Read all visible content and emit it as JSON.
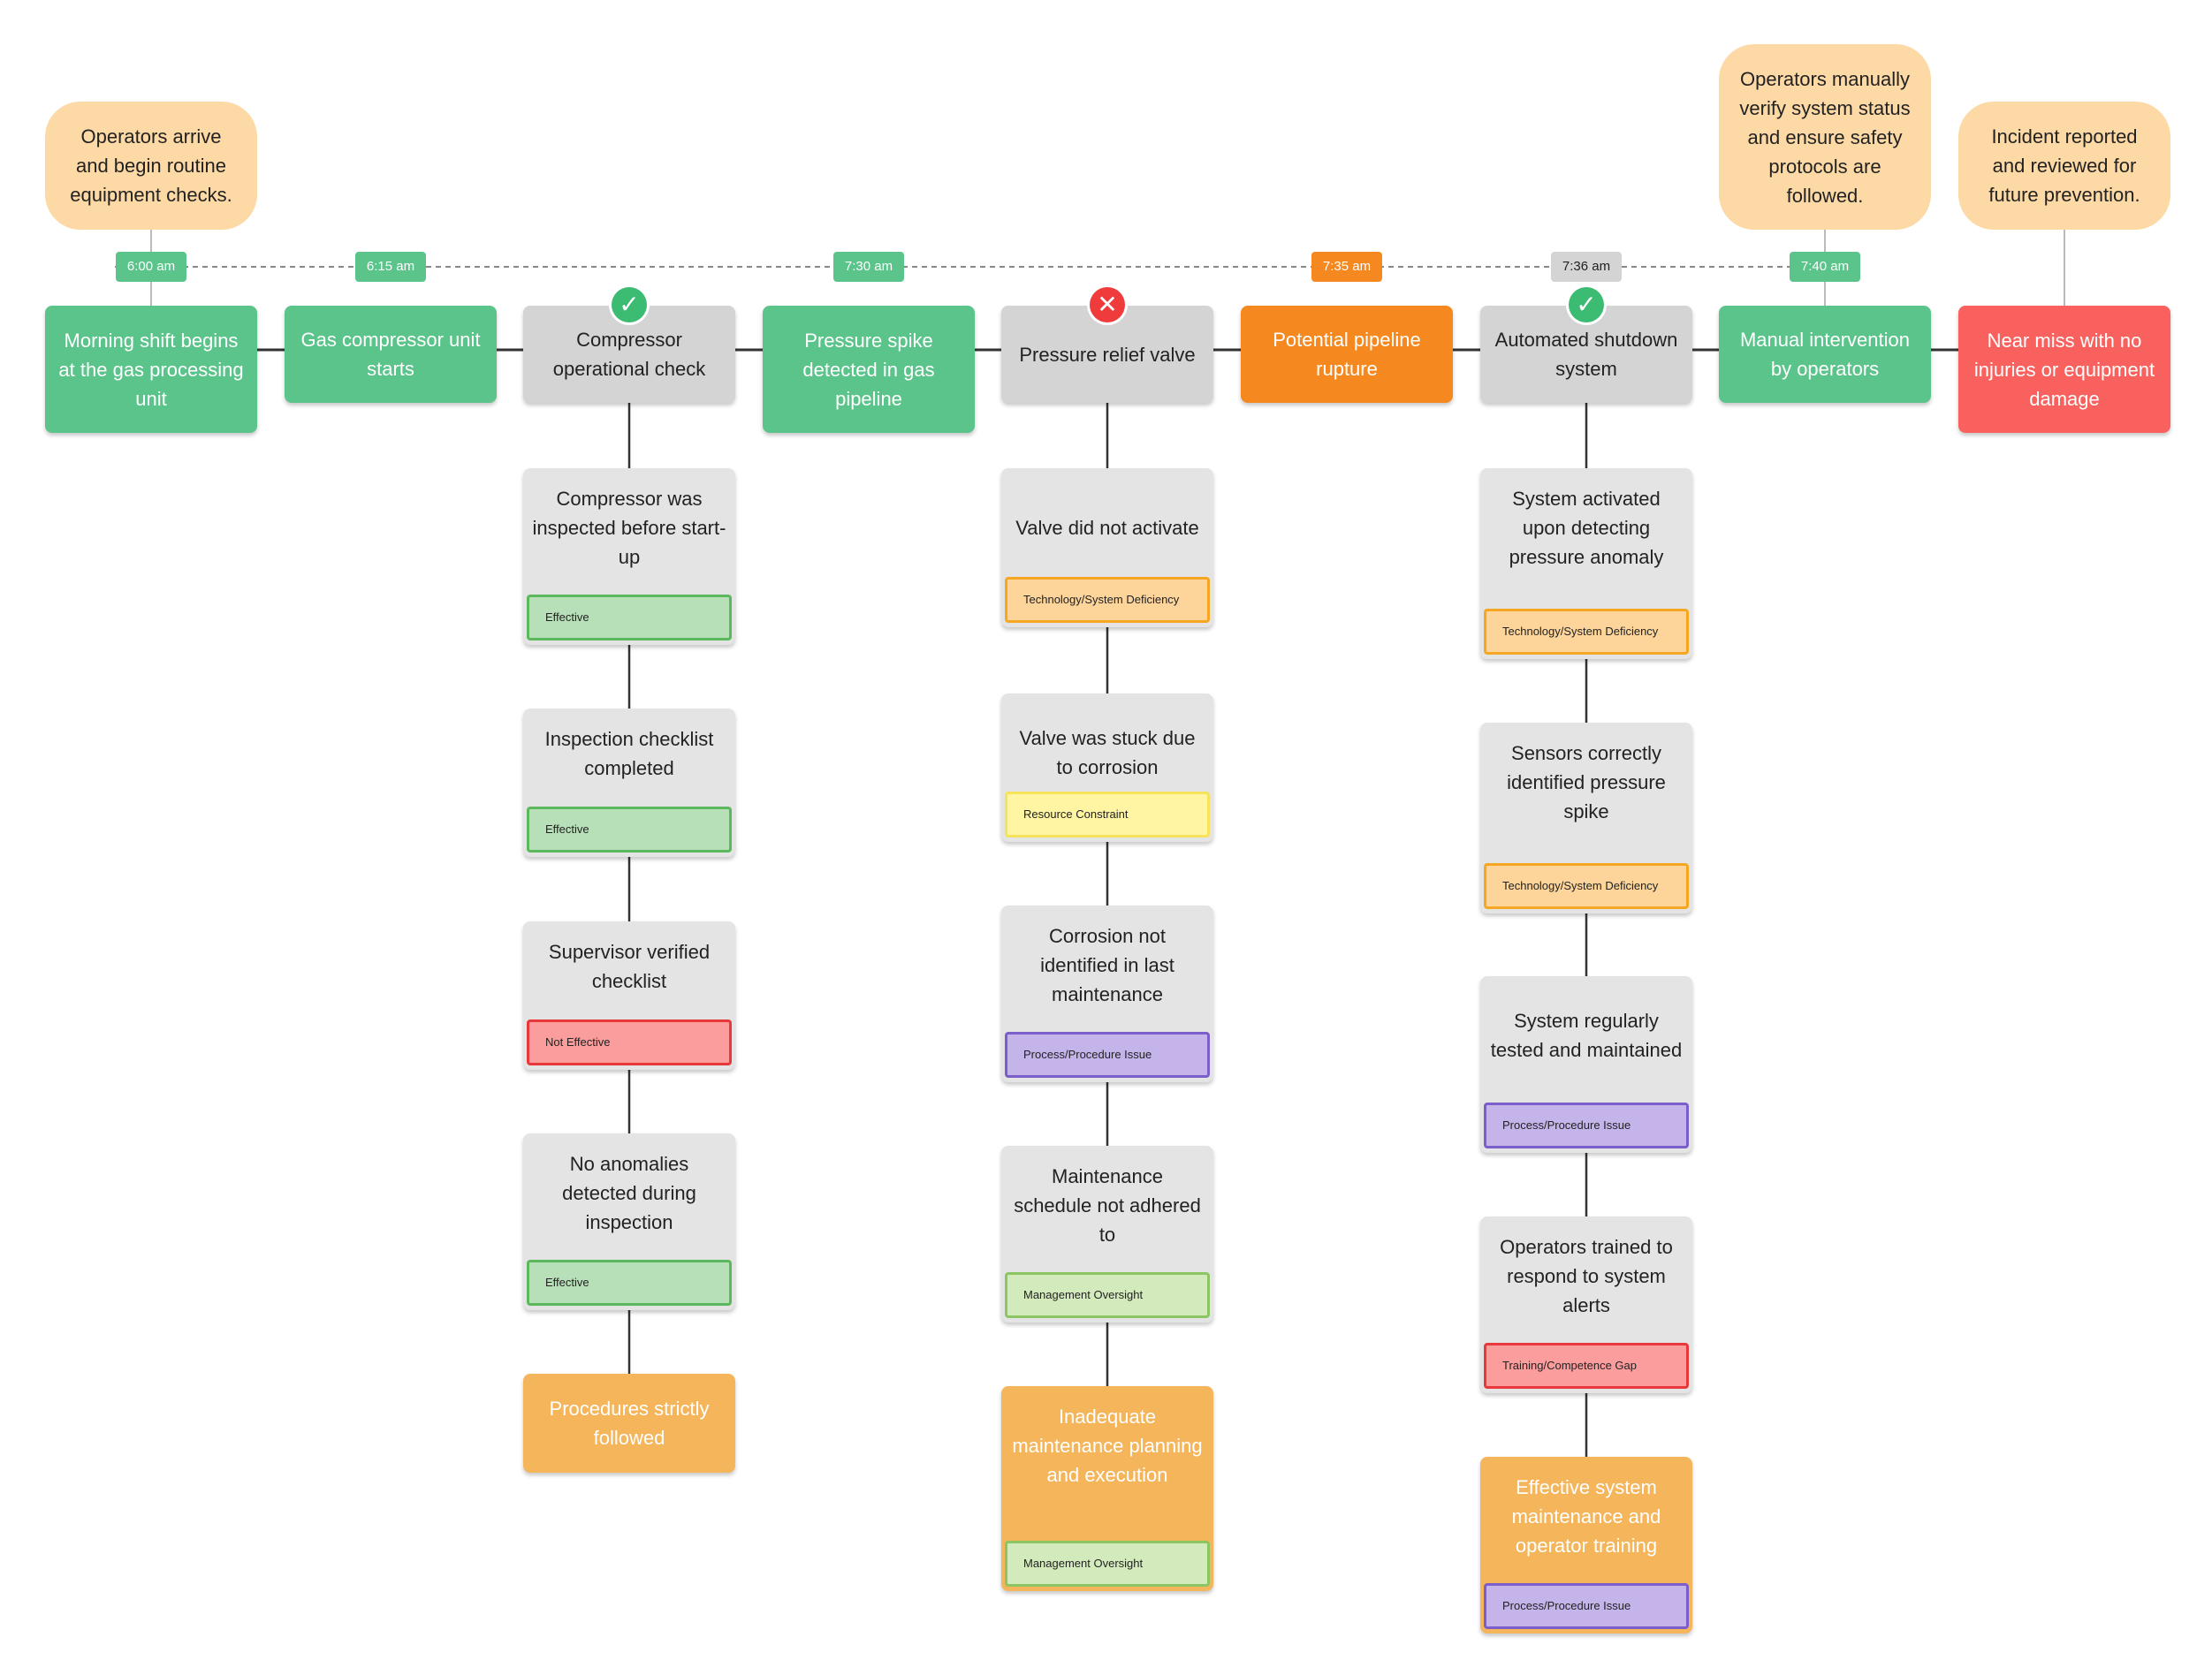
{
  "colors": {
    "green": "#5ac48a",
    "orange": "#f5891f",
    "red": "#f9615e",
    "grey": "#d4d4d4",
    "concl": "#f5b55a",
    "note": "#fdd9a5",
    "effective_bg": "#b8e0b8",
    "effective_border": "#5cb85c",
    "not_effective_bg": "#fb9d9d",
    "not_effective_border": "#e8383b",
    "tech_bg": "#fdd59a",
    "tech_border": "#f5a623",
    "resource_bg": "#fff5a2",
    "resource_border": "#f7e25c",
    "process_bg": "#c4b4ea",
    "process_border": "#7b5ec9",
    "mgmt_bg": "#d3eabc",
    "mgmt_border": "#8cc663",
    "training_bg": "#fb9d9d",
    "training_border": "#e8383b"
  },
  "notes": [
    {
      "text": "Operators arrive and begin routine equipment checks."
    },
    {
      "text": "Operators manually verify system status and ensure safety protocols are followed."
    },
    {
      "text": "Incident reported and reviewed for future prevention."
    }
  ],
  "times": [
    {
      "label": "6:00 am",
      "color": "green"
    },
    {
      "label": "6:15 am",
      "color": "green"
    },
    {
      "label": "7:30 am",
      "color": "green"
    },
    {
      "label": "7:35 am",
      "color": "orange"
    },
    {
      "label": "7:36 am",
      "color": "grey"
    },
    {
      "label": "7:40 am",
      "color": "green"
    }
  ],
  "events": [
    {
      "label": "Morning shift begins at the gas processing unit",
      "color": "green"
    },
    {
      "label": "Gas compressor unit starts",
      "color": "green"
    },
    {
      "label": "Compressor operational check",
      "color": "grey",
      "status": "check-icon"
    },
    {
      "label": "Pressure spike detected in gas pipeline",
      "color": "green"
    },
    {
      "label": "Pressure relief valve",
      "color": "grey",
      "status": "x-icon"
    },
    {
      "label": "Potential pipeline rupture",
      "color": "orange"
    },
    {
      "label": "Automated shutdown system",
      "color": "grey",
      "status": "check-icon"
    },
    {
      "label": "Manual intervention by operators",
      "color": "green"
    },
    {
      "label": "Near miss with no injuries or equipment damage",
      "color": "red"
    }
  ],
  "columns": [
    {
      "items": [
        {
          "text": "Compressor was inspected before start-up",
          "tag": "Effective",
          "kind": "effective"
        },
        {
          "text": "Inspection checklist completed",
          "tag": "Effective",
          "kind": "effective"
        },
        {
          "text": "Supervisor verified checklist",
          "tag": "Not Effective",
          "kind": "not_effective"
        },
        {
          "text": "No anomalies detected during inspection",
          "tag": "Effective",
          "kind": "effective"
        }
      ],
      "conclusion": {
        "text": "Procedures strictly followed"
      }
    },
    {
      "items": [
        {
          "text": "Valve did not activate",
          "tag": "Technology/System Deficiency",
          "kind": "tech"
        },
        {
          "text": "Valve was stuck due to corrosion",
          "tag": "Resource Constraint",
          "kind": "resource"
        },
        {
          "text": "Corrosion not identified in last maintenance",
          "tag": "Process/Procedure Issue",
          "kind": "process"
        },
        {
          "text": "Maintenance schedule not adhered to",
          "tag": "Management Oversight",
          "kind": "mgmt"
        }
      ],
      "conclusion": {
        "text": "Inadequate maintenance planning and execution",
        "tag": "Management Oversight",
        "kind": "mgmt"
      }
    },
    {
      "items": [
        {
          "text": "System activated upon detecting pressure anomaly",
          "tag": "Technology/System Deficiency",
          "kind": "tech"
        },
        {
          "text": "Sensors correctly identified pressure spike",
          "tag": "Technology/System Deficiency",
          "kind": "tech"
        },
        {
          "text": "System regularly tested and maintained",
          "tag": "Process/Procedure Issue",
          "kind": "process"
        },
        {
          "text": "Operators trained to respond to system alerts",
          "tag": "Training/Competence Gap",
          "kind": "training"
        }
      ],
      "conclusion": {
        "text": "Effective system maintenance and operator training",
        "tag": "Process/Procedure Issue",
        "kind": "process"
      }
    }
  ]
}
